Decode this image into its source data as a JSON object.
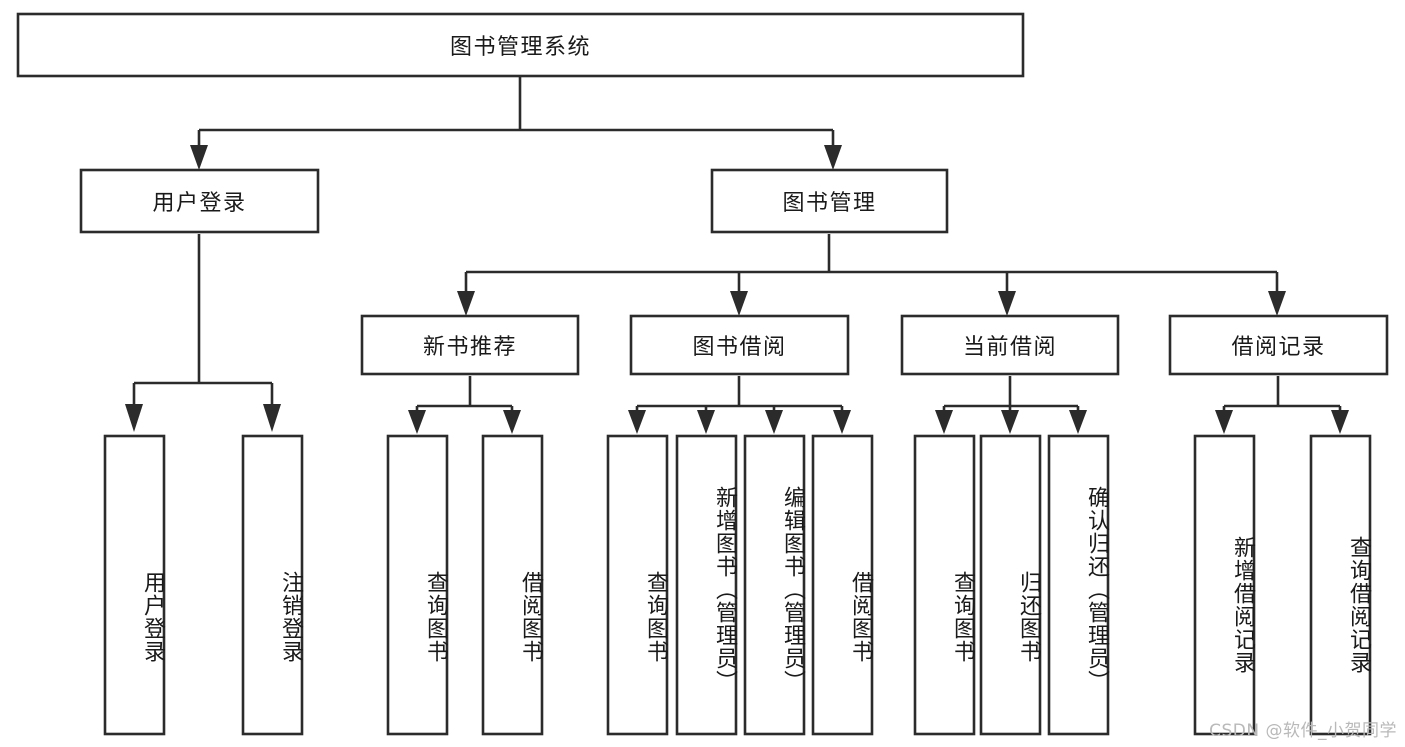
{
  "diagram": {
    "type": "tree",
    "title": "图书管理系统",
    "orientation": "top-down",
    "style": {
      "box_fill": "#ffffff",
      "box_stroke": "#2b2b2b",
      "text_color": "#1a1a1a",
      "background": "#ffffff",
      "watermark_color": "#b9b9b9"
    },
    "root": {
      "label": "图书管理系统"
    },
    "level2": [
      {
        "id": "user-login",
        "label": "用户登录"
      },
      {
        "id": "book-manage",
        "label": "图书管理"
      }
    ],
    "level3": [
      {
        "id": "new-book-rec",
        "label": "新书推荐",
        "parent": "book-manage"
      },
      {
        "id": "book-borrow",
        "label": "图书借阅",
        "parent": "book-manage"
      },
      {
        "id": "current-borrow",
        "label": "当前借阅",
        "parent": "book-manage"
      },
      {
        "id": "borrow-record",
        "label": "借阅记录",
        "parent": "book-manage"
      }
    ],
    "leaves": [
      {
        "id": "leaf-user-login",
        "label": "用户登录",
        "parent": "user-login"
      },
      {
        "id": "leaf-user-logout",
        "label": "注销登录",
        "parent": "user-login"
      },
      {
        "id": "leaf-query-book-1",
        "label": "查询图书",
        "parent": "new-book-rec"
      },
      {
        "id": "leaf-borrow-book-1",
        "label": "借阅图书",
        "parent": "new-book-rec"
      },
      {
        "id": "leaf-query-book-2",
        "label": "查询图书",
        "parent": "book-borrow"
      },
      {
        "id": "leaf-add-book",
        "label": "新增图书（管理员）",
        "parent": "book-borrow"
      },
      {
        "id": "leaf-edit-book",
        "label": "编辑图书（管理员）",
        "parent": "book-borrow"
      },
      {
        "id": "leaf-borrow-book-2",
        "label": "借阅图书",
        "parent": "book-borrow"
      },
      {
        "id": "leaf-query-book-3",
        "label": "查询图书",
        "parent": "current-borrow"
      },
      {
        "id": "leaf-return-book",
        "label": "归还图书",
        "parent": "current-borrow"
      },
      {
        "id": "leaf-confirm-return",
        "label": "确认归还（管理员）",
        "parent": "current-borrow"
      },
      {
        "id": "leaf-add-record",
        "label": "新增借阅记录",
        "parent": "borrow-record"
      },
      {
        "id": "leaf-query-record",
        "label": "查询借阅记录",
        "parent": "borrow-record"
      }
    ],
    "watermark": "CSDN @软件_小贺同学"
  }
}
